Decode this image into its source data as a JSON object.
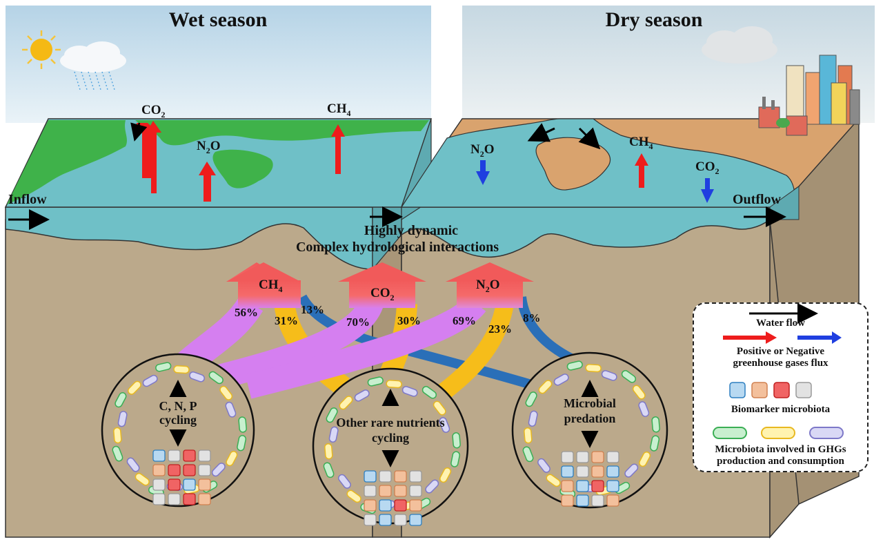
{
  "titles": {
    "wet": "Wet season",
    "dry": "Dry season"
  },
  "flow_labels": {
    "inflow": "Inflow",
    "outflow": "Outflow",
    "middle_line1": "Highly dynamic",
    "middle_line2": "Complex hydrological interactions"
  },
  "surface_gases": {
    "wet_co2": "CO",
    "wet_co2_sub": "2",
    "wet_n2o": "N",
    "wet_n2o_sub": "2",
    "wet_n2o_tail": "O",
    "wet_ch4": "CH",
    "wet_ch4_sub": "4",
    "dry_n2o": "N",
    "dry_n2o_sub": "2",
    "dry_n2o_tail": "O",
    "dry_ch4": "CH",
    "dry_ch4_sub": "4",
    "dry_co2": "CO",
    "dry_co2_sub": "2"
  },
  "ghg_arrows": {
    "ch4": "CH",
    "ch4_sub": "4",
    "co2": "CO",
    "co2_sub": "2",
    "n2o": "N",
    "n2o_sub": "2",
    "n2o_tail": "O"
  },
  "percentages": {
    "ch4_from_cnp": "56%",
    "ch4_from_rare": "31%",
    "ch4_from_predation": "13%",
    "co2_from_cnp": "70%",
    "co2_from_rare": "30%",
    "n2o_from_cnp": "69%",
    "n2o_from_rare": "23%",
    "n2o_from_predation": "8%"
  },
  "circles": {
    "cnp_line1": "C, N, P",
    "cnp_line2": "cycling",
    "rare_line1": "Other rare nutrients",
    "rare_line2": "cycling",
    "pred_line1": "Microbial",
    "pred_line2": "predation"
  },
  "legend": {
    "water_flow": "Water flow",
    "flux_line1": "Positive or Negative",
    "flux_line2": "greenhouse gases flux",
    "biomarker": "Biomarker  microbiota",
    "ghg_line1": "Microbiota involved in GHGs",
    "ghg_line2": "production and consumption"
  },
  "colors": {
    "positive_flux": "#ee1c1c",
    "negative_flux": "#1f3fe0",
    "water": "#6fc0c7",
    "soil": "#bba98b",
    "wet_land": "#3fb24a",
    "dry_land": "#d9a36e",
    "cnp_band": "#d57ff0",
    "rare_band": "#f6bd1a",
    "predation_band": "#2a6fb8",
    "ghg_arrow": "#f25a5a"
  }
}
